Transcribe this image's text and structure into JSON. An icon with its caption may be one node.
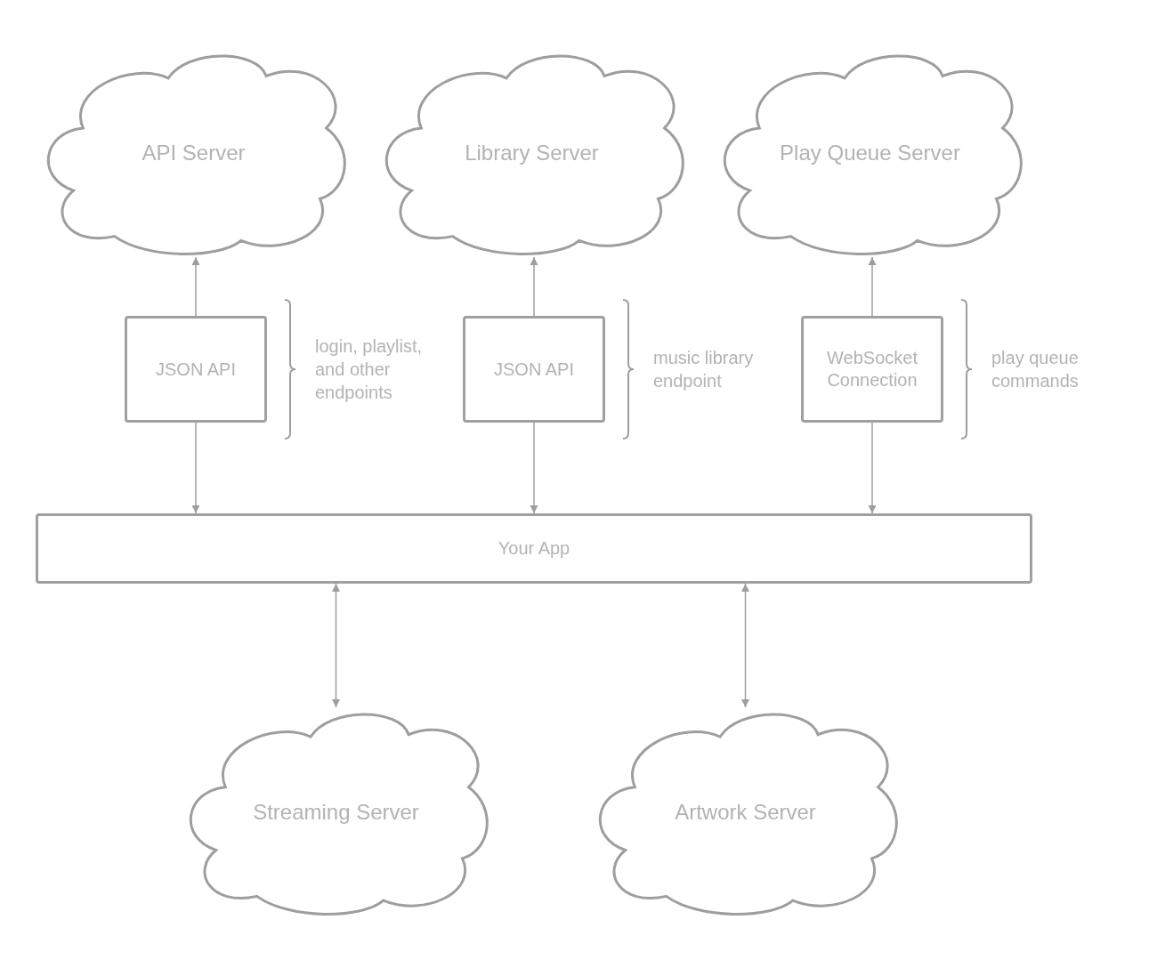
{
  "diagram": {
    "nodes": [
      {
        "text": [
          "API Server"
        ]
      },
      {
        "text": [
          "Library Server"
        ]
      },
      {
        "text": [
          "Play Queue Server"
        ]
      },
      {
        "text": [
          "JSON API"
        ],
        "beside": [
          "login, playlist, and other endpoints"
        ]
      },
      {
        "text": [
          "JSON API"
        ],
        "beside": [
          "music library endpoint"
        ]
      },
      {
        "text": [
          "WebSocket Connection"
        ],
        "beside": [
          "play queue commands"
        ]
      },
      {
        "text": [
          "Your App"
        ]
      },
      {
        "text": [
          "Streaming Server"
        ]
      },
      {
        "text": [
          "Artwork Server"
        ]
      }
    ],
    "edges": [
      {
        "from": 3,
        "to": 0,
        "arrow": "to"
      },
      {
        "from": 3,
        "to": 6,
        "arrow": "to"
      },
      {
        "from": 4,
        "to": 1,
        "arrow": "to"
      },
      {
        "from": 4,
        "to": 6,
        "arrow": "to"
      },
      {
        "from": 5,
        "to": 2,
        "arrow": "to"
      },
      {
        "from": 5,
        "to": 6,
        "arrow": "to"
      },
      {
        "from": 6,
        "to": 7,
        "arrow": "both"
      },
      {
        "from": 6,
        "to": 8,
        "arrow": "both"
      }
    ]
  }
}
